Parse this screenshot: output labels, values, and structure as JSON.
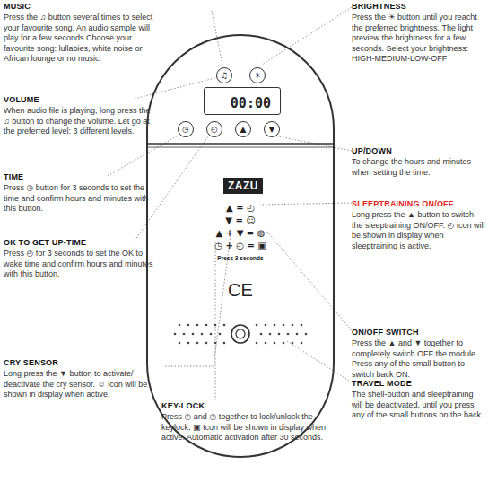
{
  "diagram": {
    "nodes": [
      {
        "text": [
          "▲ = ◴",
          "▼ = ☺",
          "▲ + ▼ = ◍",
          "◷ + ◴ = ▣",
          "Press 3 seconds",
          "CE"
        ]
      },
      {
        "text": [
          "♫"
        ],
        "in": 0
      },
      {
        "text": [
          "☀"
        ],
        "in": 0
      },
      {
        "text": [
          "00:00"
        ],
        "in": 0
      },
      {
        "text": [
          "◷"
        ],
        "in": 0
      },
      {
        "text": [
          "◴"
        ],
        "in": 0
      },
      {
        "text": [
          "▲"
        ],
        "in": 0
      },
      {
        "text": [
          "▼"
        ],
        "in": 0
      },
      {
        "text": [
          "ZAZU"
        ],
        "in": 0
      }
    ],
    "labels": [
      "MUSIC",
      "Press the ♫ button several times to select your favourite song. An audio sample will play for a few seconds Choose your favourite song: lullabies, white noise or African lounge or no music.",
      "VOLUME",
      "When audio file is playing, long press the ♫ button to change the volume. Let go at the preferred level: 3 different levels.",
      "TIME",
      "Press ◷ button for 3 seconds to set the time and confirm hours and minutes with this button.",
      "OK TO GET UP-TIME",
      "Press ◴ for 3 seconds to set the OK to wake time and confirm hours and minutes with this button.",
      "CRY SENSOR",
      "Long press the ▼ button to activate/ deactivate the cry sensor. ☺ icon will be shown in display when active.",
      "KEY-LOCK",
      "Press ◷ and ◴ together to lock/unlock the keylock. ▣ Icon will be shown in display when active. Automatic activation after 30 seconds.",
      "BRIGHTNESS",
      "Press the ☀ button until you reacht the preferred brightness. The light preview the brightness for a few seconds. Select your brightness: HIGH-MEDIUM-LOW-OFF",
      "UP/DOWN",
      "To change the hours and minutes when setting the time.",
      "SLEEPTRAINING ON/OFF",
      "Long press the ▲ button to switch the sleeptraining ON/OFF. ◴ icon will be shown in display when sleeptraining is active.",
      "ON/OFF SWITCH",
      "Press the ▲ and ▼ together to completely switch OFF the module. Press any of the small button to switch back ON.",
      "TRAVEL MODE",
      "The shell-button and sleeptraining will be deactivated, until you press any of the small buttons on the back."
    ]
  }
}
